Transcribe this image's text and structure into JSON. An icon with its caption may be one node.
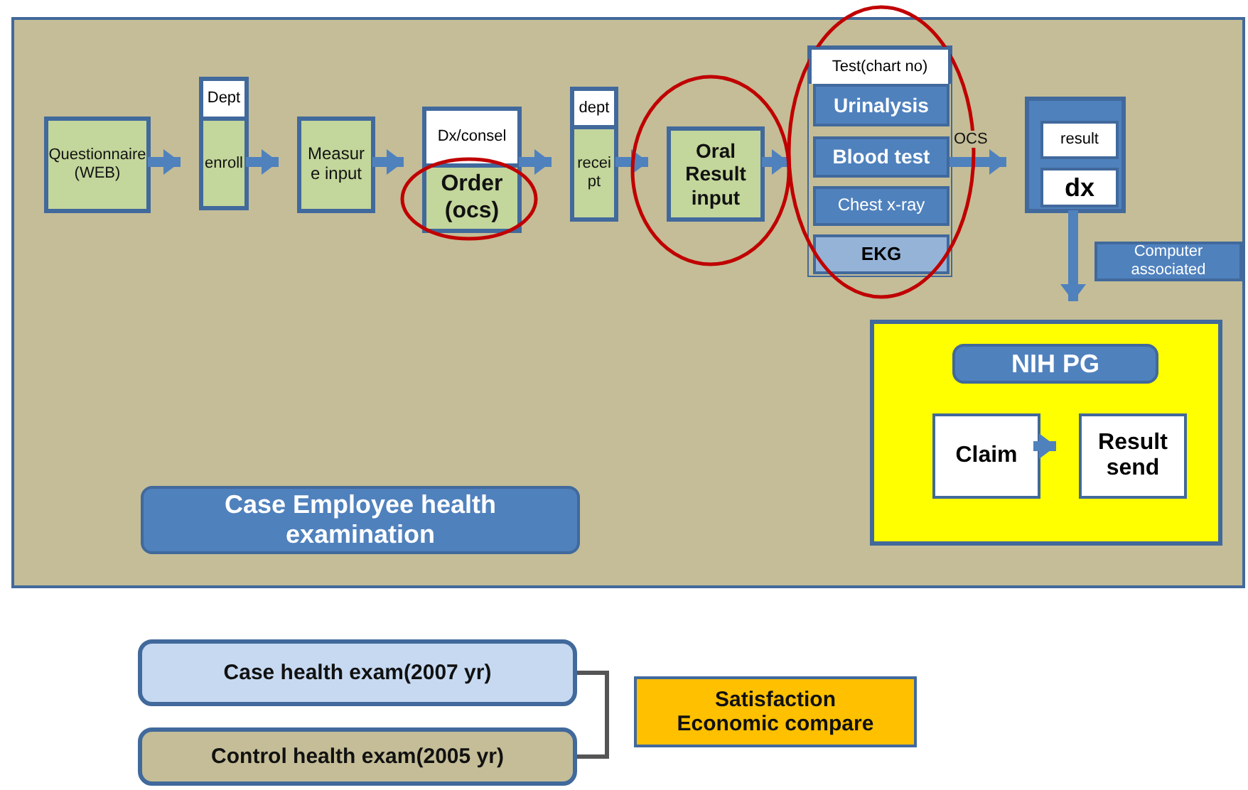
{
  "diagram": {
    "nodes": [
      {
        "text": [],
        "shape": "box"
      },
      {
        "text": [
          "Questionnaire (WEB)"
        ],
        "in": 0
      },
      {
        "text": [
          "Dept",
          "enroll"
        ],
        "in": 0
      },
      {
        "text": [
          "Measure input"
        ],
        "in": 0
      },
      {
        "text": [
          "Dx/consel",
          "Order (ocs)"
        ],
        "in": 0
      },
      {
        "text": [
          "dept",
          "receipt"
        ],
        "in": 0
      },
      {
        "text": [
          "Oral Result input"
        ],
        "in": 0
      },
      {
        "text": [
          "Test(chart no)"
        ],
        "in": 0
      },
      {
        "text": [
          "Urinalysis"
        ],
        "in": 7
      },
      {
        "text": [
          "Blood test"
        ],
        "in": 7
      },
      {
        "text": [
          "Chest x-ray"
        ],
        "in": 7
      },
      {
        "text": [
          "EKG"
        ],
        "in": 7
      },
      {
        "text": [],
        "shape": "box",
        "in": 0
      },
      {
        "text": [
          "result"
        ],
        "in": 12
      },
      {
        "text": [
          "dx"
        ],
        "in": 12
      },
      {
        "text": [
          "Computer associated"
        ],
        "in": 0
      },
      {
        "text": [],
        "shape": "box",
        "in": 0
      },
      {
        "text": [
          "NIH PG"
        ],
        "in": 16
      },
      {
        "text": [
          "Claim"
        ],
        "in": 16
      },
      {
        "text": [
          "Result send"
        ],
        "in": 16
      },
      {
        "text": [
          "Case Employee health examination"
        ],
        "in": 0
      },
      {
        "text": [
          "Case health exam(2007 yr)"
        ]
      },
      {
        "text": [
          "Control health exam(2005 yr)"
        ]
      },
      {
        "text": [
          "Satisfaction Economic compare"
        ]
      }
    ],
    "edges": [
      {
        "from": 1,
        "to": 2,
        "arrow": "to"
      },
      {
        "from": 2,
        "to": 3,
        "arrow": "to"
      },
      {
        "from": 3,
        "to": 4,
        "arrow": "to"
      },
      {
        "from": 4,
        "to": 5,
        "arrow": "to"
      },
      {
        "from": 5,
        "to": 6,
        "arrow": "to"
      },
      {
        "from": 6,
        "to": 7,
        "arrow": "to"
      },
      {
        "from": 7,
        "to": 12,
        "arrow": "to",
        "label": "OCS"
      },
      {
        "from": 12,
        "to": 16,
        "arrow": "to"
      },
      {
        "from": 18,
        "to": 19,
        "arrow": "to"
      },
      {
        "from": 21,
        "to": 22,
        "arrow": "none",
        "color": "#555555"
      }
    ]
  }
}
